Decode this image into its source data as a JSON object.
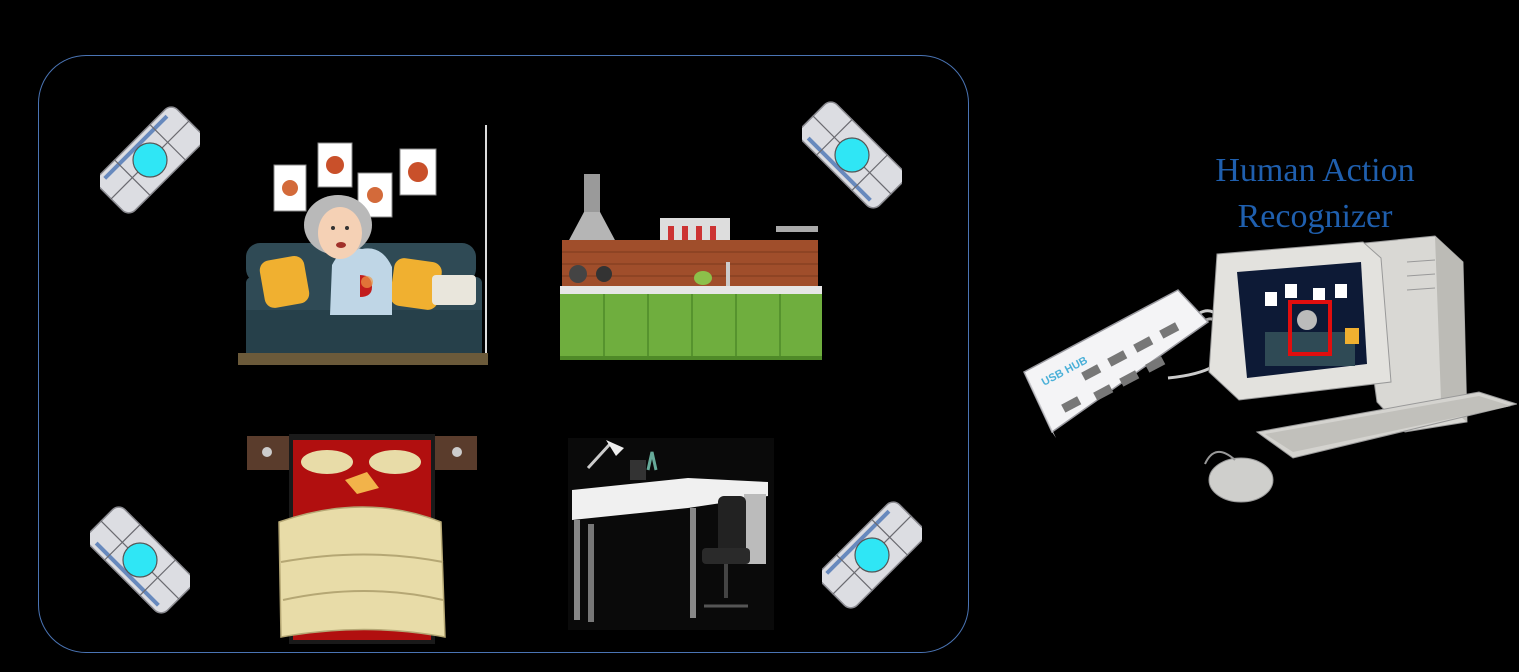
{
  "title": {
    "line1": "Human Action",
    "line2": "Recognizer"
  },
  "usb_hub_label": "USB HUB",
  "colors": {
    "frame": "#4a74b4",
    "title": "#1f5fae",
    "sensor_body": "#dcdde2",
    "sensor_lens": "#2fe6f5",
    "cabinet": "#6fae3e",
    "sofa": "#2f4a55",
    "pillow": "#f0b030",
    "bedsheet": "#b10f0f",
    "duvet": "#e8dca8"
  },
  "sensors": [
    {
      "name": "sensor-top-left"
    },
    {
      "name": "sensor-top-right"
    },
    {
      "name": "sensor-bottom-left"
    },
    {
      "name": "sensor-bottom-right"
    }
  ],
  "rooms": [
    "living-room",
    "kitchen",
    "bedroom",
    "office"
  ]
}
